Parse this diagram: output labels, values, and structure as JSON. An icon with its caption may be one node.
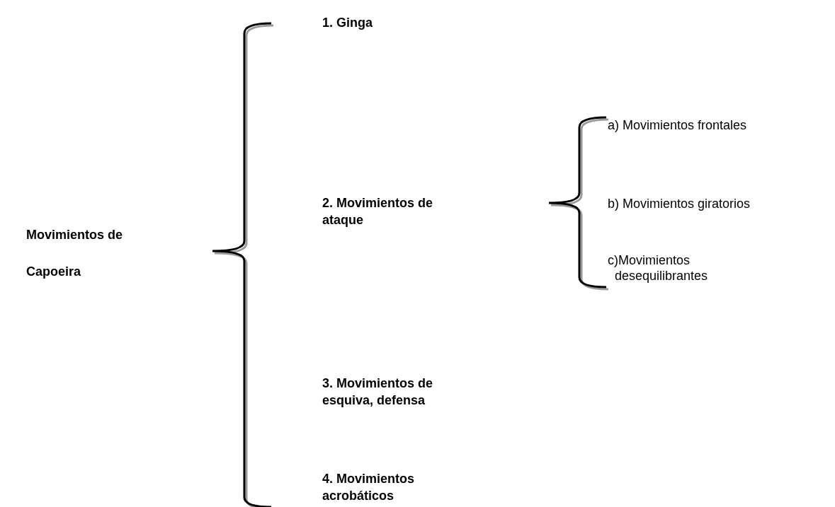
{
  "diagram": {
    "labels": [
      "Movimientos de Capoeira",
      "1. Ginga",
      "2. Movimientos de ataque",
      "a) Movimientos frontales",
      "b) Movimientos giratorios",
      "c)Movimientos desequilibrantes",
      "3. Movimientos de esquiva, defensa",
      "4. Movimientos acrobáticos"
    ]
  }
}
